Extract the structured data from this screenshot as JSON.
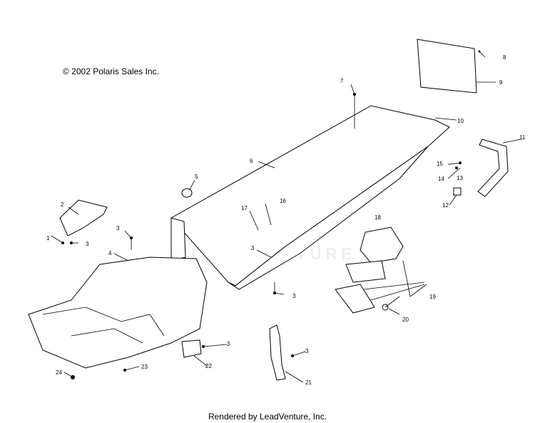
{
  "header": {
    "copyright": "© 2002 Polaris Sales Inc."
  },
  "footer": {
    "rendered_by": "Rendered by LeadVenture, Inc."
  },
  "watermark": {
    "text": "LEADVENTURE"
  },
  "callouts": {
    "c1": "1",
    "c2": "2",
    "c3a": "3",
    "c3b": "3",
    "c3c": "3",
    "c3d": "3",
    "c3e": "3",
    "c3f": "3",
    "c4": "4",
    "c5": "5",
    "c6": "6",
    "c7": "7",
    "c8": "8",
    "c9": "9",
    "c10": "10",
    "c11": "11",
    "c12": "12",
    "c13": "13",
    "c14": "14",
    "c15": "15",
    "c16": "16",
    "c17": "17",
    "c18": "18",
    "c19": "19",
    "c20": "20",
    "c21": "21",
    "c22": "22",
    "c23": "23",
    "c24": "24"
  }
}
